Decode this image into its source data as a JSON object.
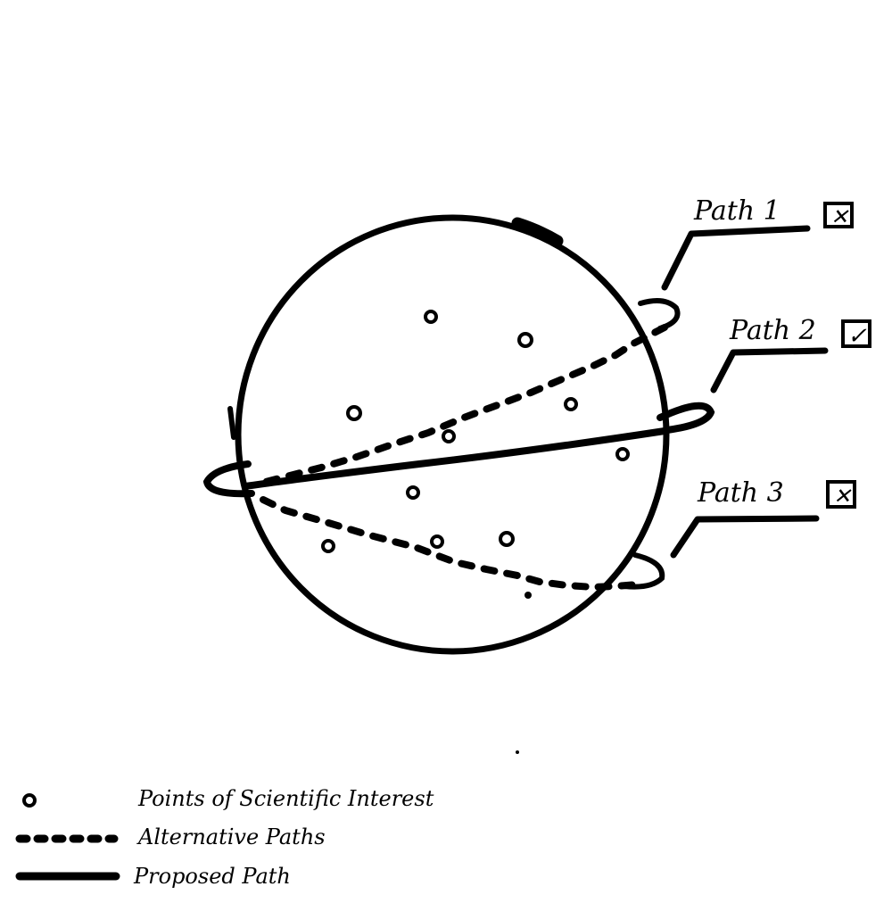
{
  "paths": [
    {
      "label": "Path 1",
      "selected": false,
      "checkbox_mark": "✕"
    },
    {
      "label": "Path 2",
      "selected": true,
      "checkbox_mark": "✓"
    },
    {
      "label": "Path 3",
      "selected": false,
      "checkbox_mark": "✕"
    }
  ],
  "legend": {
    "points_of_interest": "Points of Scientific Interest",
    "alternative_paths": "Alternative Paths",
    "proposed_path": "Proposed Path"
  },
  "colors": {
    "ink": "#000000",
    "background": "#ffffff"
  }
}
